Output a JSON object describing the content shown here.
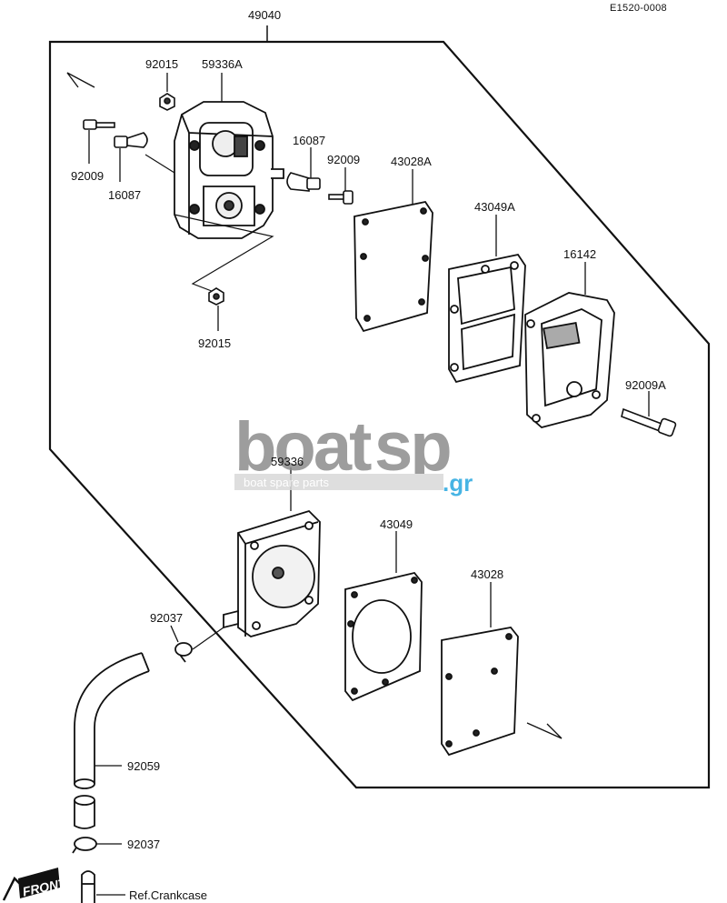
{
  "diagram": {
    "code": "E1520-0008",
    "assembly_number": "49040",
    "parts": {
      "cap_screw_left": "92009",
      "nut_top": "92015",
      "cover_assembly": "59336A",
      "fitting_left": "16087",
      "fitting_right": "16087",
      "cap_screw_right": "92009",
      "diaphragm_upper": "43028A",
      "gasket_upper": "43049A",
      "cover_plate": "16142",
      "bolt_plate": "92009A",
      "nut_bottom": "92015",
      "pump_body": "59336",
      "gasket_lower": "43049",
      "diaphragm_lower": "43028",
      "clamp_upper": "92037",
      "hose": "92059",
      "clamp_lower": "92037"
    },
    "ref_label": "Ref.Crankcase",
    "front_label": "FRONT"
  },
  "watermark": {
    "word_part1": "boat",
    "word_part2": "sp",
    "suffix": ".gr",
    "tagline": "boat spare parts",
    "colors": {
      "gray": "#8c8c8c",
      "blue": "#27a8e0",
      "light": "#d9d9d9"
    }
  }
}
